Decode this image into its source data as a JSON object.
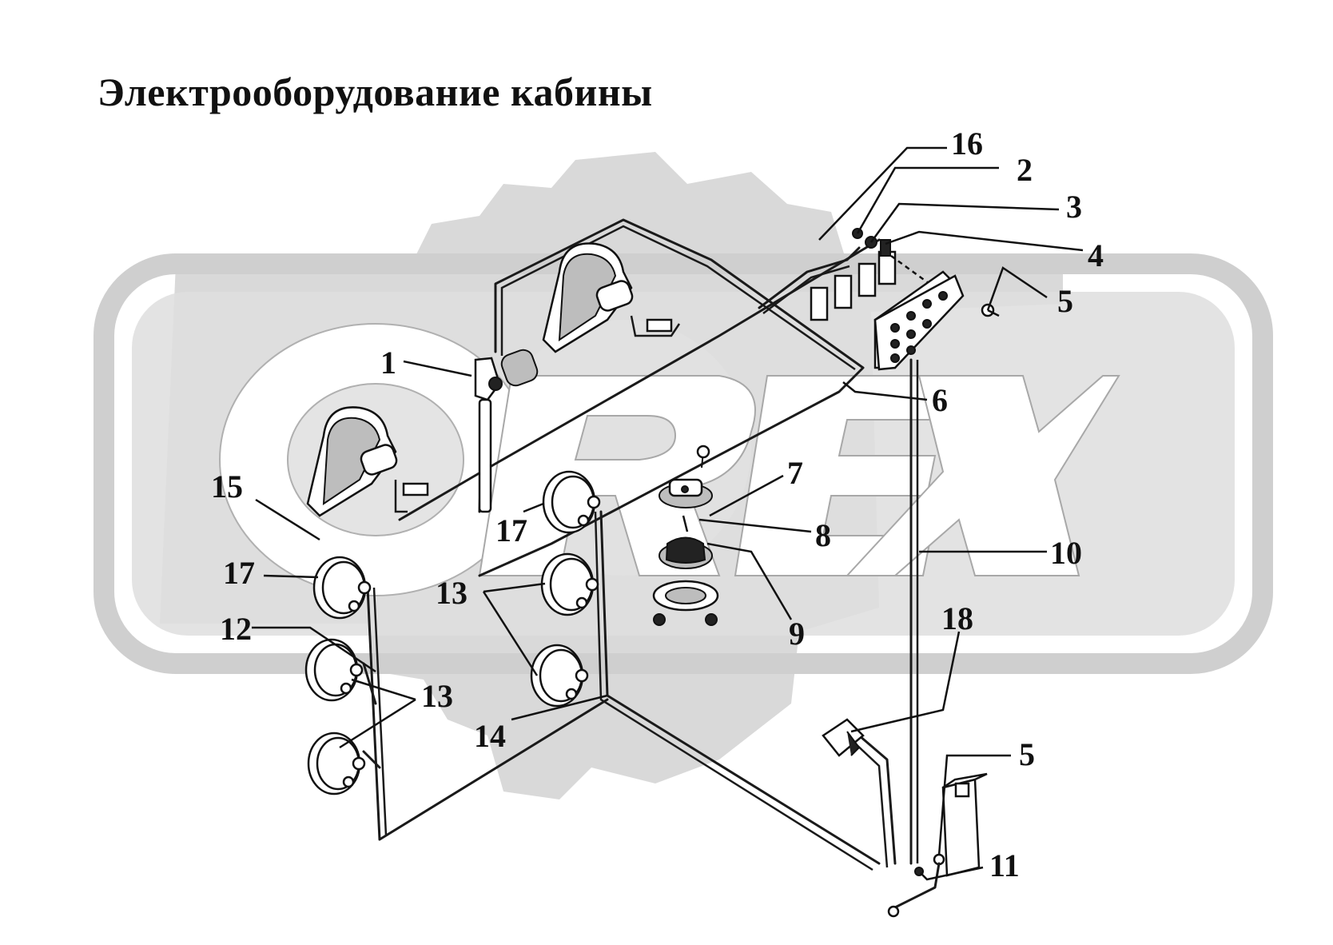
{
  "title": "Электрооборудование кабины",
  "watermark": {
    "text": "OREX",
    "color": "#cfcfcf"
  },
  "callouts": [
    "1",
    "2",
    "3",
    "4",
    "5",
    "6",
    "7",
    "8",
    "9",
    "10",
    "11",
    "12",
    "13",
    "14",
    "15",
    "16",
    "17",
    "18"
  ],
  "colors": {
    "ink": "#111111",
    "background": "#ffffff",
    "watermark_fill": "#d6d6d6",
    "watermark_stroke": "#9a9a9a"
  }
}
